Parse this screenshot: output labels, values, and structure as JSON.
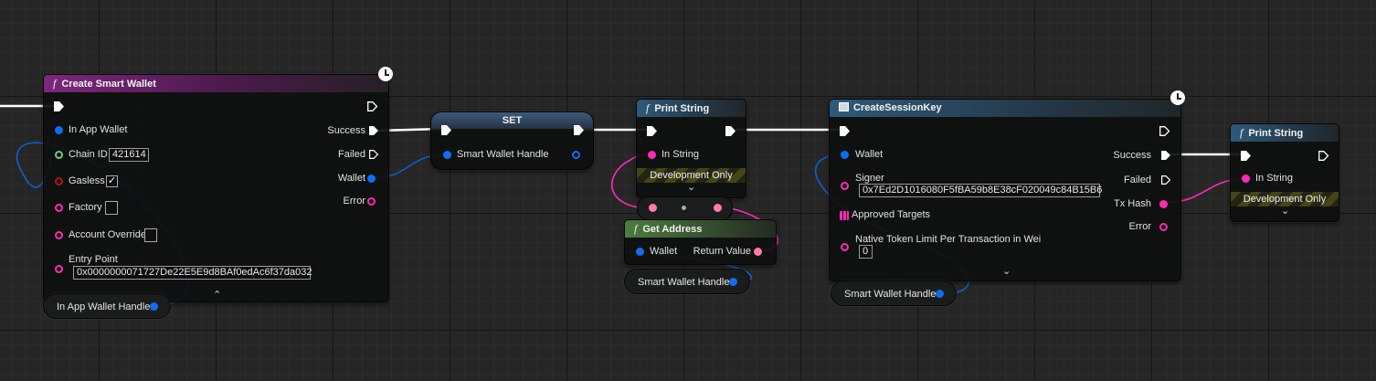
{
  "nodes": {
    "create_smart_wallet": {
      "title": "Create Smart Wallet",
      "func_glyph": "f",
      "inputs": {
        "in_app_wallet": "In App Wallet",
        "chain_id": "Chain ID",
        "chain_id_value": "421614",
        "gasless": "Gasless",
        "gasless_checked": "✓",
        "factory": "Factory",
        "account_override": "Account Override",
        "entry_point": "Entry Point",
        "entry_point_value": "0x0000000071727De22E5E9d8BAf0edAc6f37da032"
      },
      "outputs": {
        "success": "Success",
        "failed": "Failed",
        "wallet": "Wallet",
        "error": "Error"
      },
      "collapse_glyph": "⌃"
    },
    "in_app_wallet_handle": {
      "label": "In App Wallet Handle"
    },
    "set": {
      "title": "SET",
      "input": "Smart Wallet Handle"
    },
    "print_string_1": {
      "title": "Print String",
      "func_glyph": "f",
      "input": "In String",
      "dev_only": "Development Only",
      "expand_glyph": "⌄"
    },
    "get_address": {
      "title": "Get Address",
      "func_glyph": "f",
      "input": "Wallet",
      "output": "Return Value"
    },
    "smart_wallet_handle_1": {
      "label": "Smart Wallet Handle"
    },
    "create_session_key": {
      "title": "CreateSessionKey",
      "inputs": {
        "wallet": "Wallet",
        "signer": "Signer",
        "signer_value": "0x7Ed2D1016080F5fBA59b8E38cF020049c84B15B6",
        "approved_targets": "Approved Targets",
        "native_limit": "Native Token Limit Per Transaction in Wei",
        "native_limit_value": "0"
      },
      "outputs": {
        "success": "Success",
        "failed": "Failed",
        "tx_hash": "Tx Hash",
        "error": "Error"
      },
      "expand_glyph": "⌄"
    },
    "smart_wallet_handle_2": {
      "label": "Smart Wallet Handle"
    },
    "print_string_2": {
      "title": "Print String",
      "func_glyph": "f",
      "input": "In String",
      "dev_only": "Development Only",
      "expand_glyph": "⌄"
    }
  },
  "colors": {
    "exec": "#ffffff",
    "object_pin": "#0f6ef0",
    "string_pin": "#ff2ab4",
    "int_pin": "#7cc67c",
    "bool_pin": "#b21414"
  }
}
